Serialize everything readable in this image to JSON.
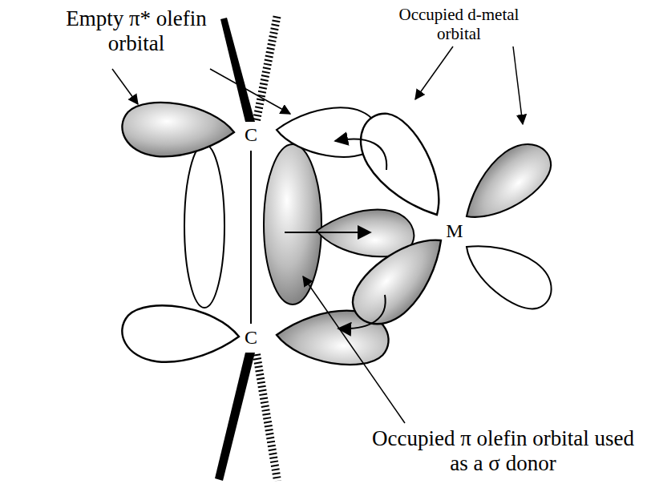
{
  "diagram": {
    "labels": [
      "Empty π* olefin orbital",
      "Occupied d-metal orbital",
      "C",
      "C",
      "M",
      "Occupied π olefin orbital used as a σ donor"
    ]
  }
}
